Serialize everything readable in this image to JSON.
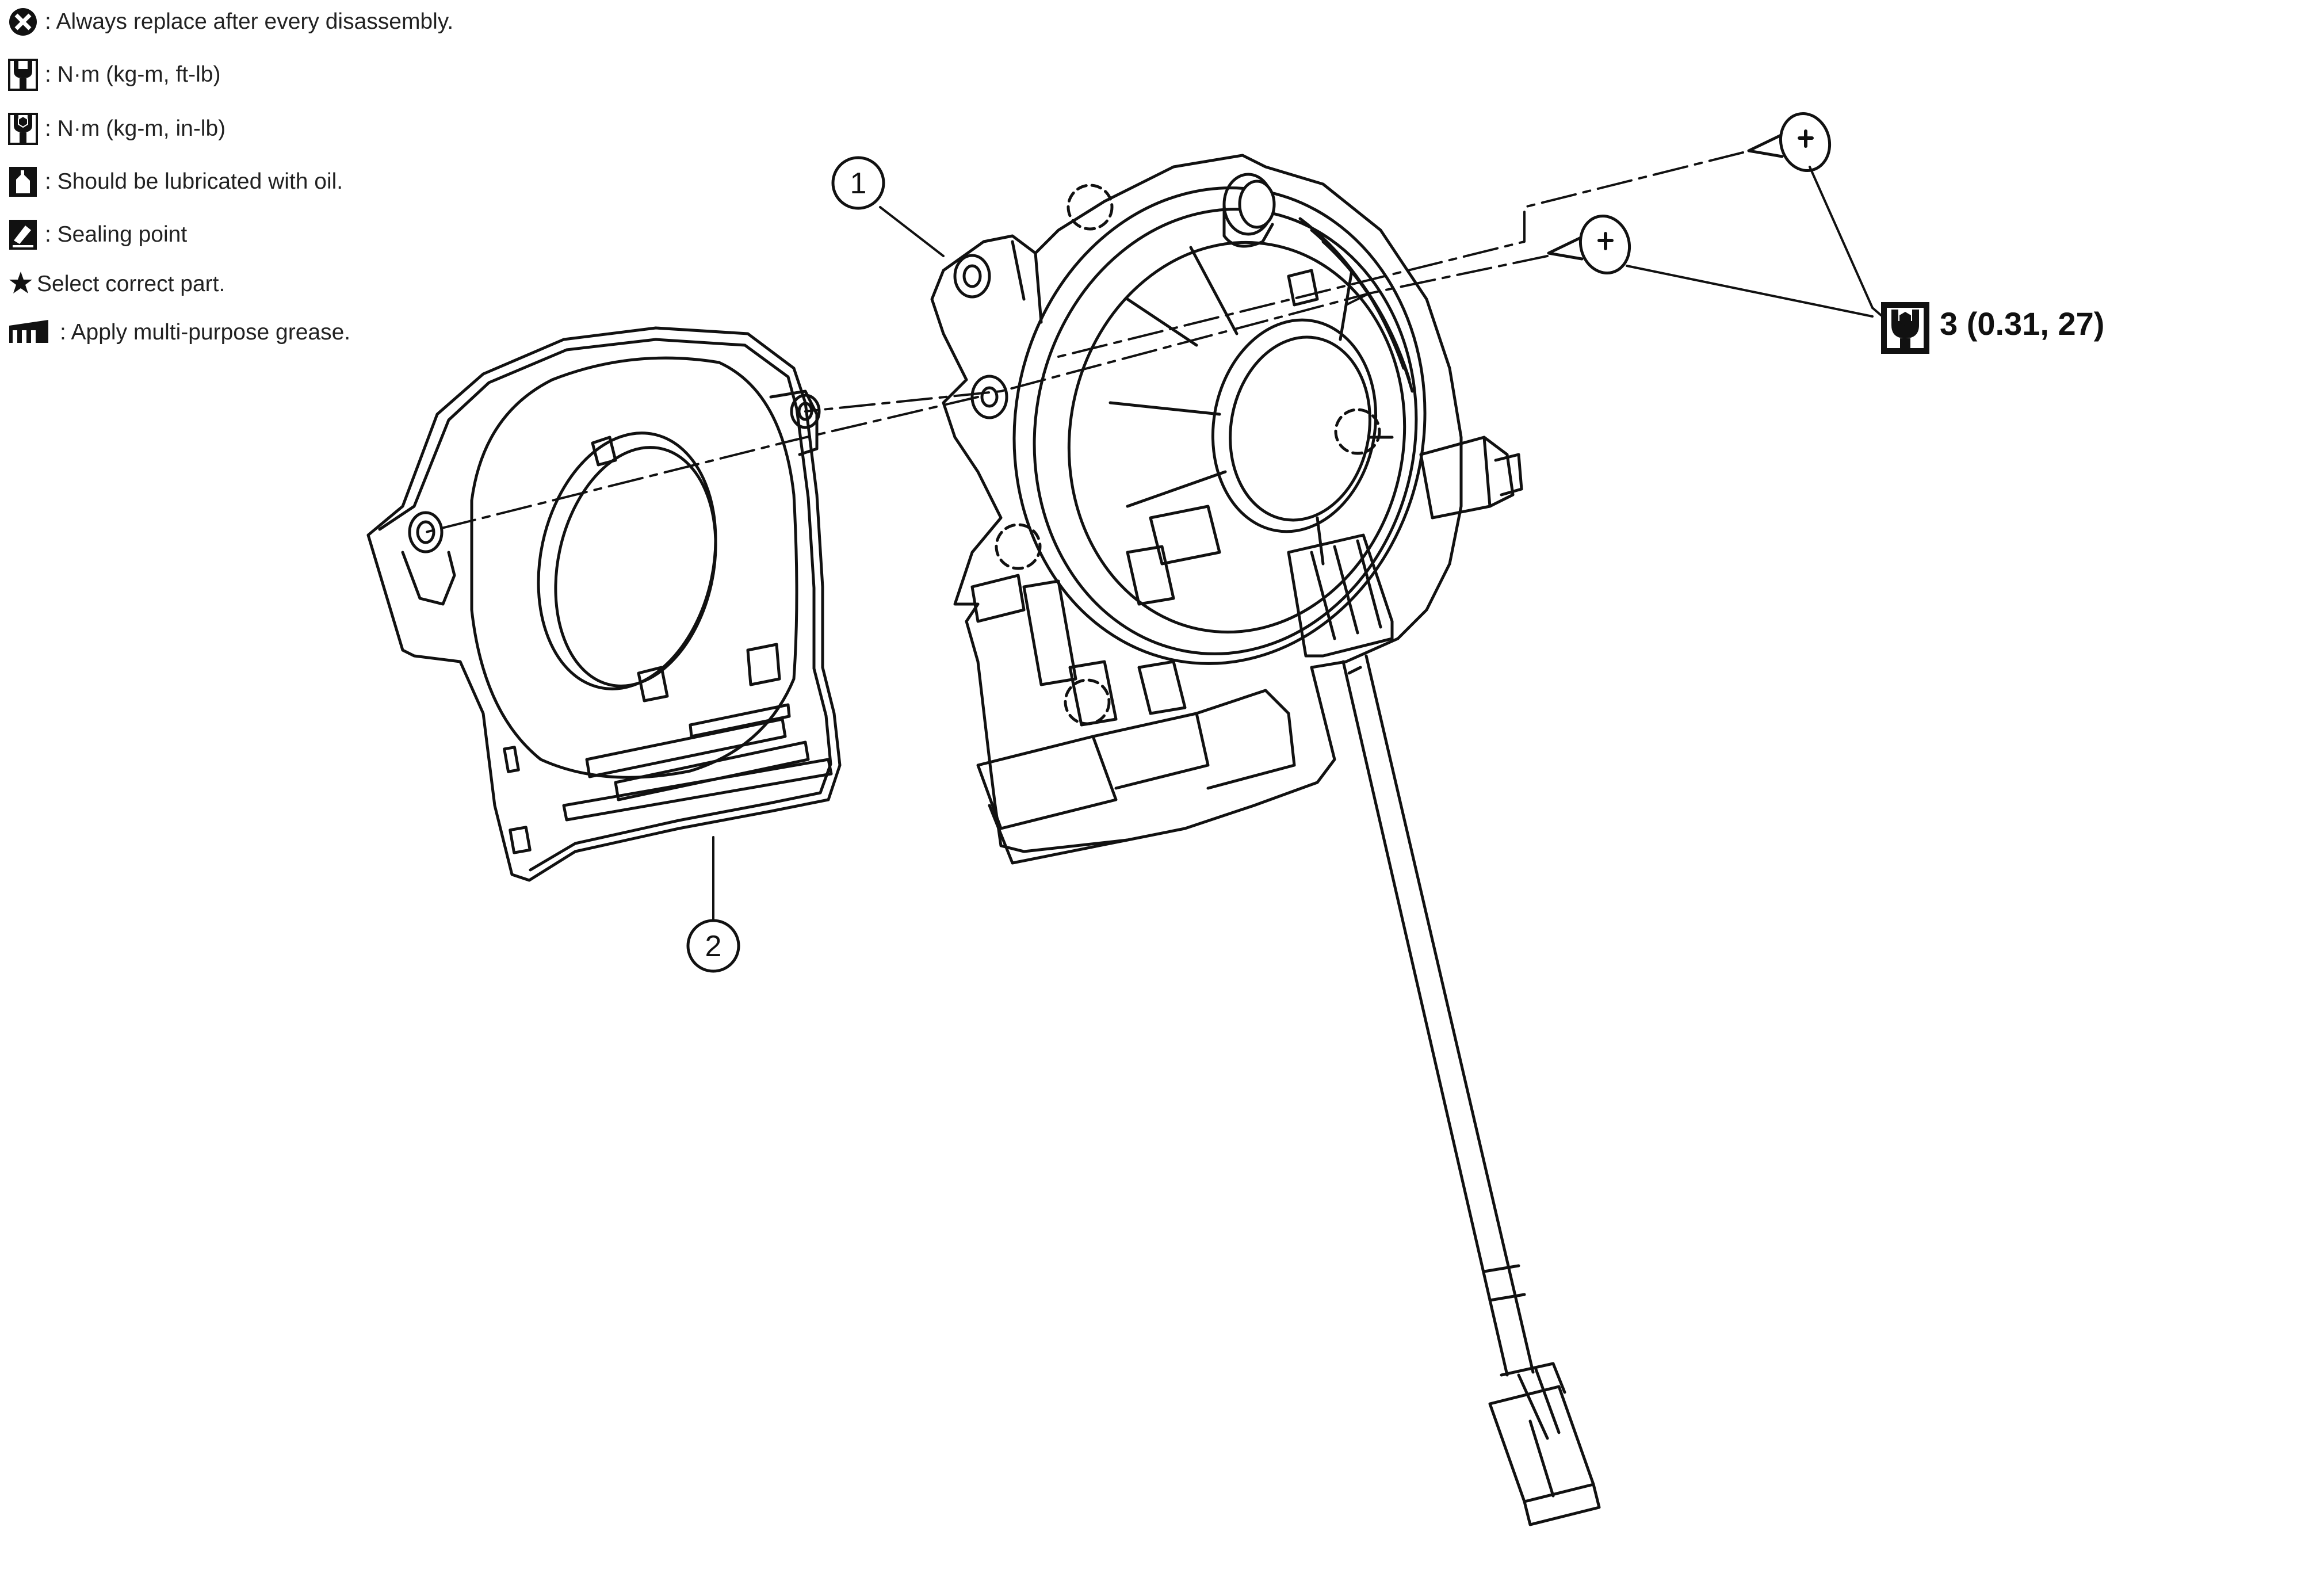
{
  "legend": [
    {
      "icon": "always-replace-icon",
      "text": ": Always replace after every disassembly."
    },
    {
      "icon": "torque-ft-lb-icon",
      "text": ": N·m (kg-m, ft-lb)"
    },
    {
      "icon": "torque-in-lb-icon",
      "text": ": N·m (kg-m, in-lb)"
    },
    {
      "icon": "oil-can-icon",
      "text": ": Should be lubricated with oil."
    },
    {
      "icon": "sealing-point-icon",
      "text": ": Sealing point"
    },
    {
      "icon": "star-icon",
      "text": "Select correct part."
    },
    {
      "icon": "grease-icon",
      "text": ": Apply multi-purpose grease."
    }
  ],
  "callouts": {
    "part1": "1",
    "part2": "2"
  },
  "torque_spec": {
    "icon": "torque-in-lb-icon",
    "text": "3 (0.31, 27)"
  }
}
